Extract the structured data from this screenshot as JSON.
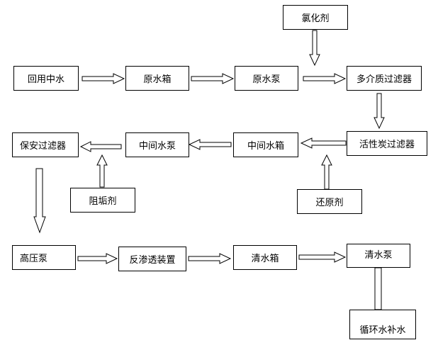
{
  "nodes": {
    "reclaimed_water": "回用中水",
    "raw_water_tank": "原水箱",
    "raw_water_pump": "原水泵",
    "multimedia_filter": "多介质过滤器",
    "chlorinating_agent": "氯化剂",
    "activated_carbon_filter": "活性炭过滤器",
    "intermediate_tank": "中间水箱",
    "intermediate_pump": "中间水泵",
    "security_filter": "保安过滤器",
    "reducing_agent": "还原剂",
    "antiscalant": "阻垢剂",
    "high_pressure_pump": "高压泵",
    "reverse_osmosis": "反渗透装置",
    "clean_water_tank": "清水箱",
    "clean_water_pump": "清水泵",
    "circulating_makeup": "循环水补水"
  }
}
